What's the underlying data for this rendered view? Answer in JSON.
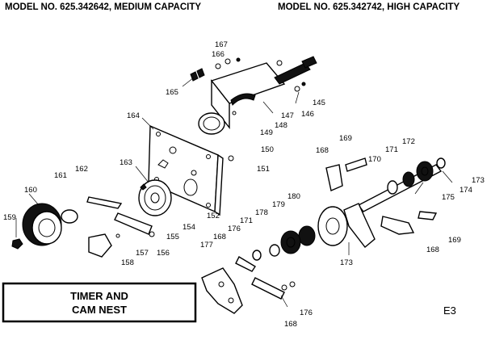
{
  "header": {
    "left": "MODEL NO. 625.342642, MEDIUM CAPACITY",
    "right": "MODEL NO. 625.342742, HIGH CAPACITY"
  },
  "title_box": {
    "line1": "TIMER AND",
    "line2": "CAM NEST"
  },
  "page_code": "E3",
  "callouts": {
    "c145": "145",
    "c146": "146",
    "c147": "147",
    "c148": "148",
    "c149": "149",
    "c150": "150",
    "c151": "151",
    "c152": "152",
    "c154": "154",
    "c155": "155",
    "c156": "156",
    "c157": "157",
    "c158": "158",
    "c159": "159",
    "c160": "160",
    "c161": "161",
    "c162": "162",
    "c163": "163",
    "c164": "164",
    "c165": "165",
    "c166": "166",
    "c167": "167",
    "c168a": "168",
    "c168b": "168",
    "c168c": "168",
    "c168d": "168",
    "c169a": "169",
    "c169b": "169",
    "c170": "170",
    "c171a": "171",
    "c171b": "171",
    "c172": "172",
    "c173a": "173",
    "c173b": "173",
    "c174": "174",
    "c175": "175",
    "c176a": "176",
    "c176b": "176",
    "c177": "177",
    "c178": "178",
    "c179": "179",
    "c180": "180"
  }
}
